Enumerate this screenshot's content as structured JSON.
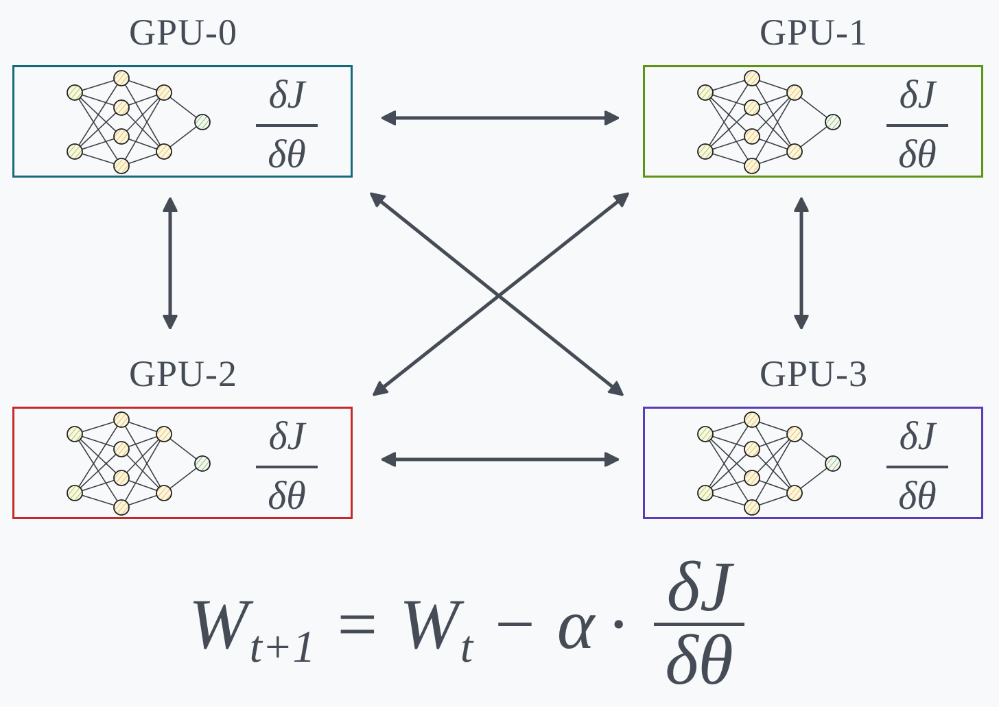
{
  "title": "Data-parallel training: gradient all-reduce across GPUs",
  "colors": {
    "background": "#f8f9fb",
    "ink": "#454c55",
    "node_input": "#8fc13f",
    "node_hidden": "#e9b03c",
    "node_output": "#3bb2c4"
  },
  "gpus": [
    {
      "id": "gpu-0",
      "label": "GPU-0",
      "border_color": "#156b7c",
      "gradient": {
        "numerator": "δJ",
        "denominator": "δθ"
      }
    },
    {
      "id": "gpu-1",
      "label": "GPU-1",
      "border_color": "#5e9414",
      "gradient": {
        "numerator": "δJ",
        "denominator": "δθ"
      }
    },
    {
      "id": "gpu-2",
      "label": "GPU-2",
      "border_color": "#c52a2a",
      "gradient": {
        "numerator": "δJ",
        "denominator": "δθ"
      }
    },
    {
      "id": "gpu-3",
      "label": "GPU-3",
      "border_color": "#5b3bb8",
      "gradient": {
        "numerator": "δJ",
        "denominator": "δθ"
      }
    }
  ],
  "network": {
    "layers": [
      2,
      4,
      2,
      1
    ]
  },
  "connections": [
    {
      "from": "GPU-0",
      "to": "GPU-1",
      "type": "bidirectional"
    },
    {
      "from": "GPU-0",
      "to": "GPU-2",
      "type": "bidirectional"
    },
    {
      "from": "GPU-0",
      "to": "GPU-3",
      "type": "bidirectional"
    },
    {
      "from": "GPU-1",
      "to": "GPU-2",
      "type": "bidirectional"
    },
    {
      "from": "GPU-1",
      "to": "GPU-3",
      "type": "bidirectional"
    },
    {
      "from": "GPU-2",
      "to": "GPU-3",
      "type": "bidirectional"
    }
  ],
  "formula": {
    "lhs": "W",
    "lhs_sub": "t+1",
    "equals": "=",
    "rhs_var": "W",
    "rhs_sub": "t",
    "minus": "−",
    "lr": "α",
    "dot": "·",
    "frac_num": "δJ",
    "frac_den": "δθ"
  }
}
